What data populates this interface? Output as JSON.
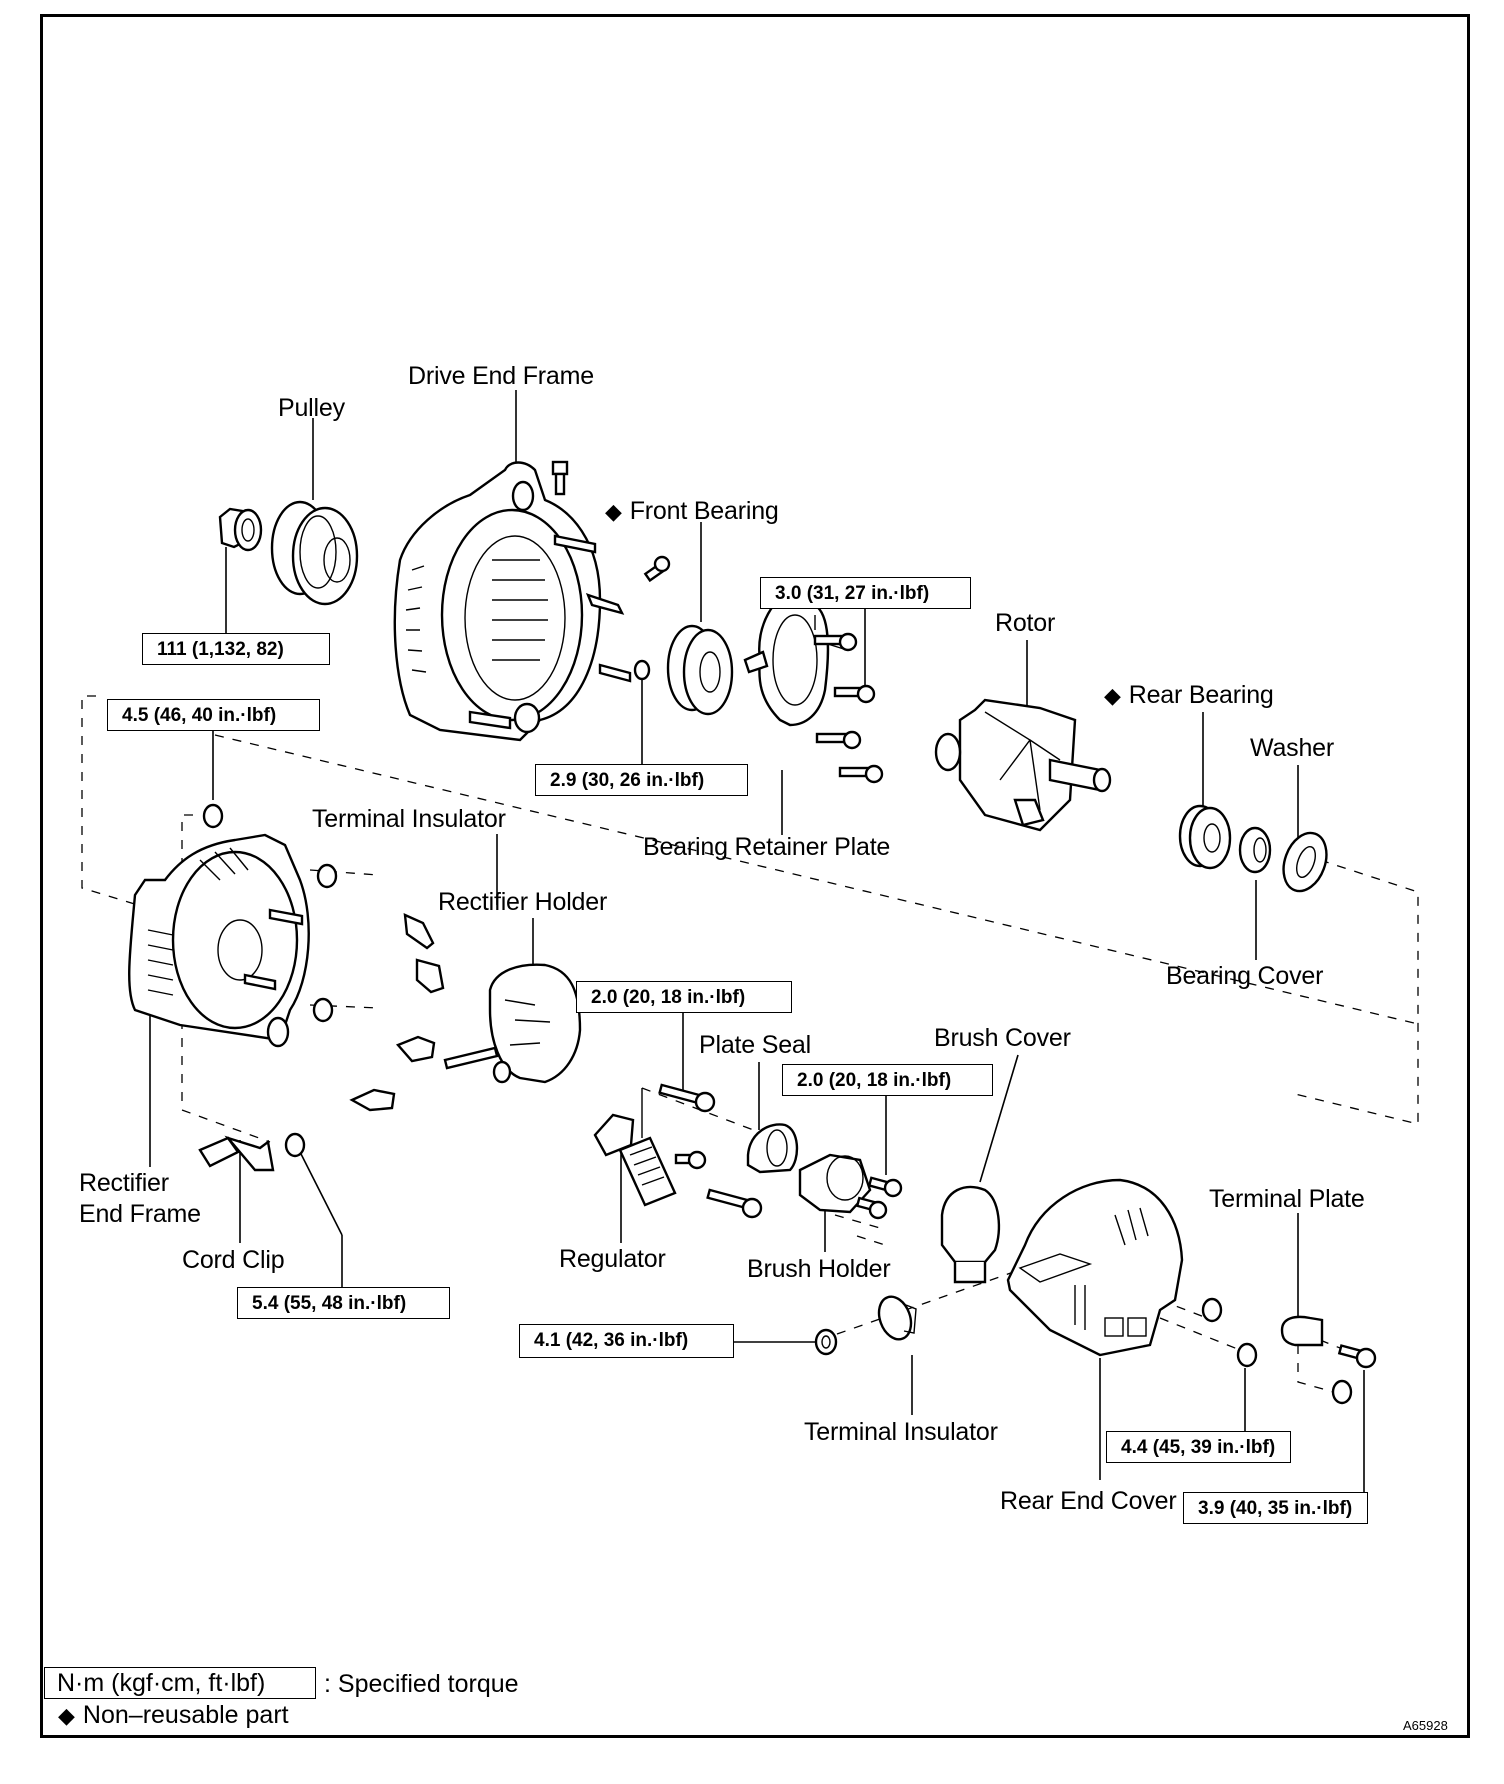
{
  "figure_id": "A65928",
  "parts": {
    "drive_end_frame": "Drive End Frame",
    "pulley": "Pulley",
    "front_bearing": "Front Bearing",
    "rotor": "Rotor",
    "rear_bearing": "Rear Bearing",
    "washer": "Washer",
    "bearing_retainer_plate": "Bearing Retainer Plate",
    "terminal_insulator_upper": "Terminal Insulator",
    "rectifier_holder": "Rectifier Holder",
    "bearing_cover": "Bearing Cover",
    "plate_seal": "Plate Seal",
    "brush_cover": "Brush Cover",
    "rectifier_end_frame_line1": "Rectifier",
    "rectifier_end_frame_line2": "End Frame",
    "cord_clip": "Cord Clip",
    "regulator": "Regulator",
    "brush_holder": "Brush Holder",
    "terminal_plate": "Terminal Plate",
    "terminal_insulator_lower": "Terminal Insulator",
    "rear_end_cover": "Rear End Cover"
  },
  "non_reusable_marker": "◆",
  "torques": {
    "pulley_nut": "111 (1,132, 82)",
    "rectifier_frame_nut": "4.5 (46, 40 in.·lbf)",
    "drive_frame_terminal": "2.9 (30, 26 in.·lbf)",
    "retainer_plate_screw": "3.0 (31, 27 in.·lbf)",
    "regulator_screw": "2.0 (20, 18 in.·lbf)",
    "brush_holder_screw": "2.0 (20, 18 in.·lbf)",
    "cord_clip_nut": "5.4 (55, 48 in.·lbf)",
    "terminal_nut": "4.1 (42, 36 in.·lbf)",
    "rear_cover_nut": "4.4 (45, 39 in.·lbf)",
    "terminal_plate_bolt": "3.9 (40, 35 in.·lbf)"
  },
  "legend": {
    "torque_unit": "N·m (kgf·cm, ft·lbf)",
    "torque_desc": ": Specified torque",
    "non_reusable": "Non–reusable part"
  }
}
